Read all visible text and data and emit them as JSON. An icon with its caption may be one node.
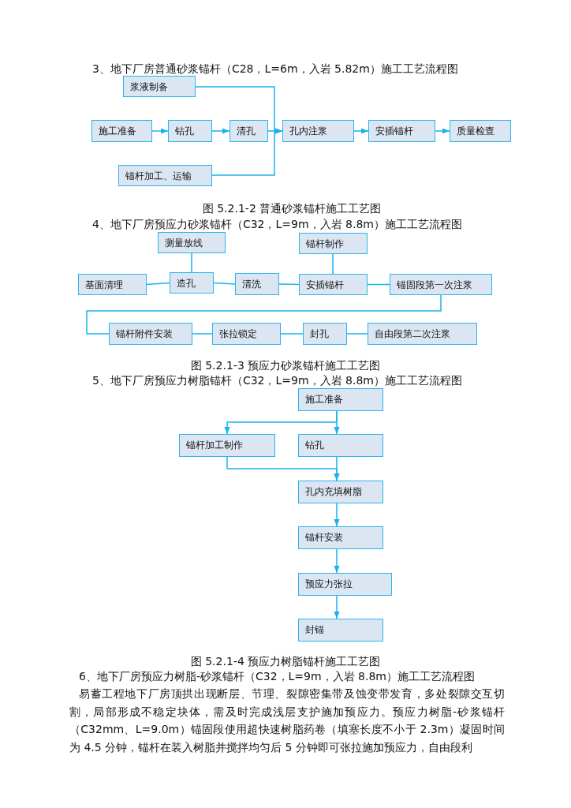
{
  "diagram": {
    "nodes": [
      {
        "text": [
          "浆液制备"
        ]
      },
      {
        "text": [
          "施工准备"
        ]
      },
      {
        "text": [
          "钻孔"
        ]
      },
      {
        "text": [
          "清孔"
        ]
      },
      {
        "text": [
          "孔内注浆"
        ]
      },
      {
        "text": [
          "安插锚杆"
        ]
      },
      {
        "text": [
          "质量检查"
        ]
      },
      {
        "text": [
          "锚杆加工、运输"
        ]
      },
      {
        "text": [
          "测量放线"
        ]
      },
      {
        "text": [
          "锚杆制作"
        ]
      },
      {
        "text": [
          "基面清理"
        ]
      },
      {
        "text": [
          "造孔"
        ]
      },
      {
        "text": [
          "清洗"
        ]
      },
      {
        "text": [
          "安插锚杆"
        ]
      },
      {
        "text": [
          "锚固段第一次注浆"
        ]
      },
      {
        "text": [
          "锚杆附件安装"
        ]
      },
      {
        "text": [
          "张拉锁定"
        ]
      },
      {
        "text": [
          "封孔"
        ]
      },
      {
        "text": [
          "自由段第二次注浆"
        ]
      },
      {
        "text": [
          "施工准备"
        ]
      },
      {
        "text": [
          "锚杆加工制作"
        ]
      },
      {
        "text": [
          "钻孔"
        ]
      },
      {
        "text": [
          "孔内充填树脂"
        ]
      },
      {
        "text": [
          "锚杆安装"
        ]
      },
      {
        "text": [
          "预应力张拉"
        ]
      },
      {
        "text": [
          "封锚"
        ]
      }
    ],
    "edges": [
      {
        "from": 1,
        "to": 2,
        "arrow": "to"
      },
      {
        "from": 2,
        "to": 3,
        "arrow": "to"
      },
      {
        "from": 3,
        "to": 4,
        "arrow": "to"
      },
      {
        "from": 0,
        "to": 4,
        "arrow": "to"
      },
      {
        "from": 7,
        "to": 4,
        "arrow": "to"
      },
      {
        "from": 4,
        "to": 5,
        "arrow": "to"
      },
      {
        "from": 5,
        "to": 6,
        "arrow": "to"
      },
      {
        "from": 10,
        "to": 11,
        "arrow": "none"
      },
      {
        "from": 8,
        "to": 11,
        "arrow": "none"
      },
      {
        "from": 11,
        "to": 12,
        "arrow": "none"
      },
      {
        "from": 12,
        "to": 13,
        "arrow": "none"
      },
      {
        "from": 9,
        "to": 13,
        "arrow": "none"
      },
      {
        "from": 13,
        "to": 14,
        "arrow": "none"
      },
      {
        "from": 14,
        "to": 15,
        "arrow": "none"
      },
      {
        "from": 15,
        "to": 16,
        "arrow": "none"
      },
      {
        "from": 16,
        "to": 17,
        "arrow": "none"
      },
      {
        "from": 17,
        "to": 18,
        "arrow": "none"
      },
      {
        "from": 19,
        "to": 20,
        "arrow": "to"
      },
      {
        "from": 19,
        "to": 21,
        "arrow": "to"
      },
      {
        "from": 21,
        "to": 22,
        "arrow": "to"
      },
      {
        "from": 20,
        "to": 22,
        "arrow": "to"
      },
      {
        "from": 22,
        "to": 23,
        "arrow": "to"
      },
      {
        "from": 23,
        "to": 24,
        "arrow": "to"
      },
      {
        "from": 24,
        "to": 25,
        "arrow": "to"
      }
    ],
    "labels": [
      "3、地下厂房普通砂浆锚杆（C28，L=6m，入岩 5.82m）施工工艺流程图",
      "图 5.2.1-2 普通砂浆锚杆施工工艺图",
      "4、地下厂房预应力砂浆锚杆（C32，L=9m，入岩 8.8m）施工工艺流程图",
      "图 5.2.1-3 预应力砂浆锚杆施工工艺图",
      "5、地下厂房预应力树脂锚杆（C32，L=9m，入岩 8.8m）施工工艺流程图",
      "图 5.2.1-4 预应力树脂锚杆施工工艺图",
      "6、地下厂房预应力树脂-砂浆锚杆（C32，L=9m，入岩 8.8m）施工工艺流程图",
      "易蓄工程地下厂房顶拱出现断层、节理、裂隙密集带及蚀变带发育，多处裂隙交互切割，局部形成不稳定块体，需及时完成浅层支护施加预应力。预应力树脂-砂浆锚杆（C32mm、L=9.0m）锚固段使用超快速树脂药卷（填塞长度不小于 2.3m）凝固时间为 4.5 分钟，锚杆在装入树脂并搅拌均匀后 5 分钟即可张拉施加预应力，自由段利"
    ]
  }
}
